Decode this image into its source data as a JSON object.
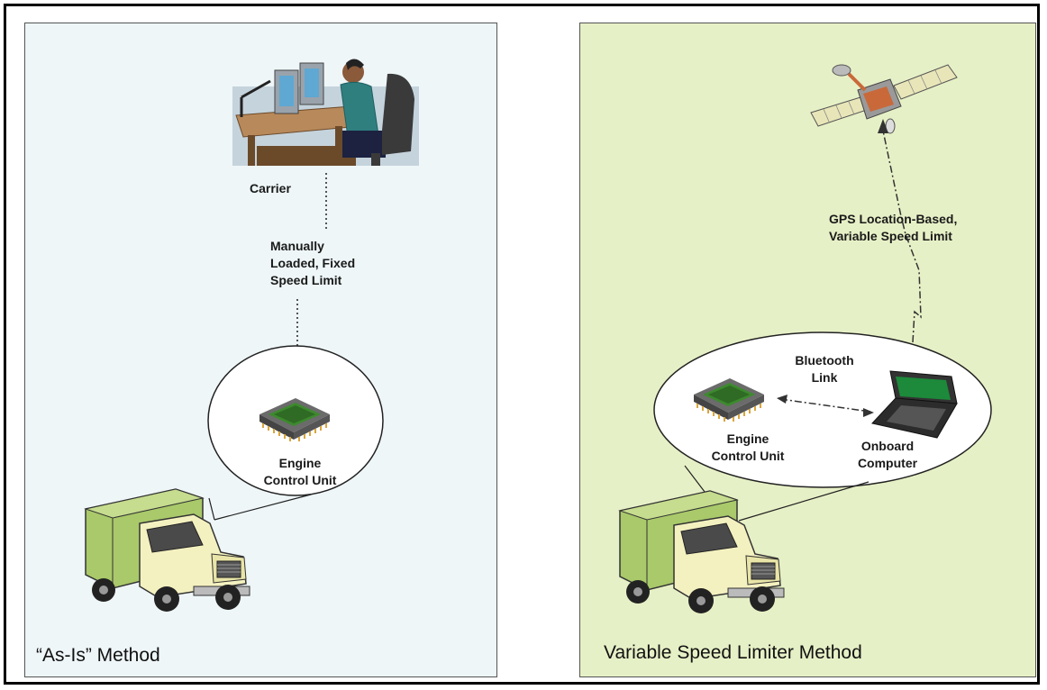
{
  "left_panel": {
    "method_title": "“As-Is” Method",
    "carrier_label": "Carrier",
    "link_label_lines": [
      "Manually",
      "Loaded, Fixed",
      "Speed Limit"
    ],
    "ecu_label_lines": [
      "Engine",
      "Control Unit"
    ]
  },
  "right_panel": {
    "method_title": "Variable Speed Limiter Method",
    "gps_label_lines": [
      "GPS Location-Based,",
      "Variable Speed Limit"
    ],
    "bluetooth_label_lines": [
      "Bluetooth",
      "Link"
    ],
    "ecu_label_lines": [
      "Engine",
      "Control Unit"
    ],
    "computer_label_lines": [
      "Onboard",
      "Computer"
    ]
  },
  "colors": {
    "left_background": "#eef6f8",
    "right_background": "#e6f0c6",
    "truck_green": "#a9c96a",
    "cab_cream": "#f4f1c0"
  }
}
